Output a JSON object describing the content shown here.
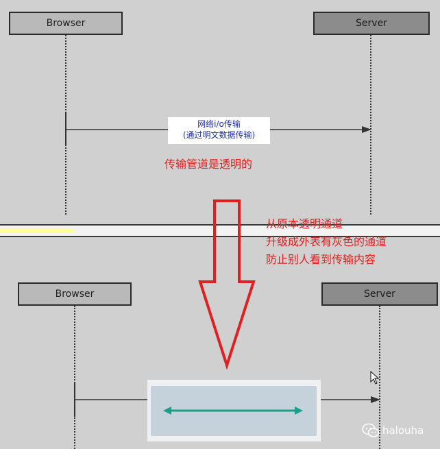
{
  "top_diagram": {
    "browser_label": "Browser",
    "server_label": "Server",
    "message_line1": "网络i/o传输",
    "message_line2": "(通过明文数据传输)",
    "note": "传输管道是透明的"
  },
  "transition_note": {
    "line1": "从原本透明通道",
    "line2": "升级成外表有灰色的通道",
    "line3": "防止别人看到传输内容"
  },
  "bottom_diagram": {
    "browser_label": "Browser",
    "server_label": "Server"
  },
  "watermark": {
    "text": "halouha",
    "icon": "wechat-icon"
  },
  "colors": {
    "annotation_red": "#e02020",
    "message_blue": "#1f2fb0",
    "tls_arrow_teal": "#1aa08a",
    "highlight_yellow": "#ffff99"
  }
}
